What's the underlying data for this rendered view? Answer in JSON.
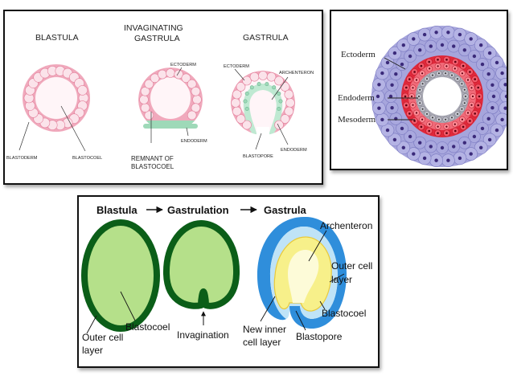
{
  "colors": {
    "pink_wall": "#f0a9bc",
    "pink_cell": "#fbe3ea",
    "pink_cavity": "#fff5f8",
    "endoderm_green": "#9ed9b8",
    "ecto_purple": "#9b9ad8",
    "meso_red": "#e0283a",
    "endo_grey": "#a9a9b4",
    "green_fill": "#b5e08a",
    "green_outline": "#0b5e18",
    "blue_outer": "#2f8edb",
    "light_blue": "#bfe3f7",
    "yellow": "#f7f08a"
  },
  "panel1": {
    "blastula": {
      "title": "BLASTULA",
      "label_blastoderm": "BLASTODERM",
      "label_blastocoel": "BLASTOCOEL"
    },
    "invaginating": {
      "title_line1": "INVAGINATING",
      "title_line2": "GASTRULA",
      "label_ectoderm": "ECTODERM",
      "label_endoderm": "ENDODERM",
      "label_remnant_line1": "REMNANT OF",
      "label_remnant_line2": "BLASTOCOEL"
    },
    "gastrula": {
      "title": "GASTRULA",
      "label_ectoderm": "ECTODERM",
      "label_archenteron": "ARCHENTERON",
      "label_blastopore": "BLASTOPORE",
      "label_endoderm": "ENDODERM"
    }
  },
  "panel2": {
    "label_ectoderm": "Ectoderm",
    "label_endoderm": "Endoderm",
    "label_mesoderm": "Mesoderm"
  },
  "panel3": {
    "heading_blastula": "Blastula",
    "heading_gastrulation": "Gastrulation",
    "heading_gastrula": "Gastrula",
    "arrow_glyph": "→",
    "label_outer_cell_line1": "Outer cell",
    "label_outer_cell_line2": "layer",
    "label_blastocoel": "Blastocoel",
    "label_invagination": "Invagination",
    "label_archenteron": "Archenteron",
    "label_outer_cell_right_line1": "Outer cell",
    "label_outer_cell_right_line2": "layer",
    "label_blastocoel_right": "Blastocoel",
    "label_new_inner_line1": "New inner",
    "label_new_inner_line2": "cell layer",
    "label_blastopore": "Blastopore"
  }
}
